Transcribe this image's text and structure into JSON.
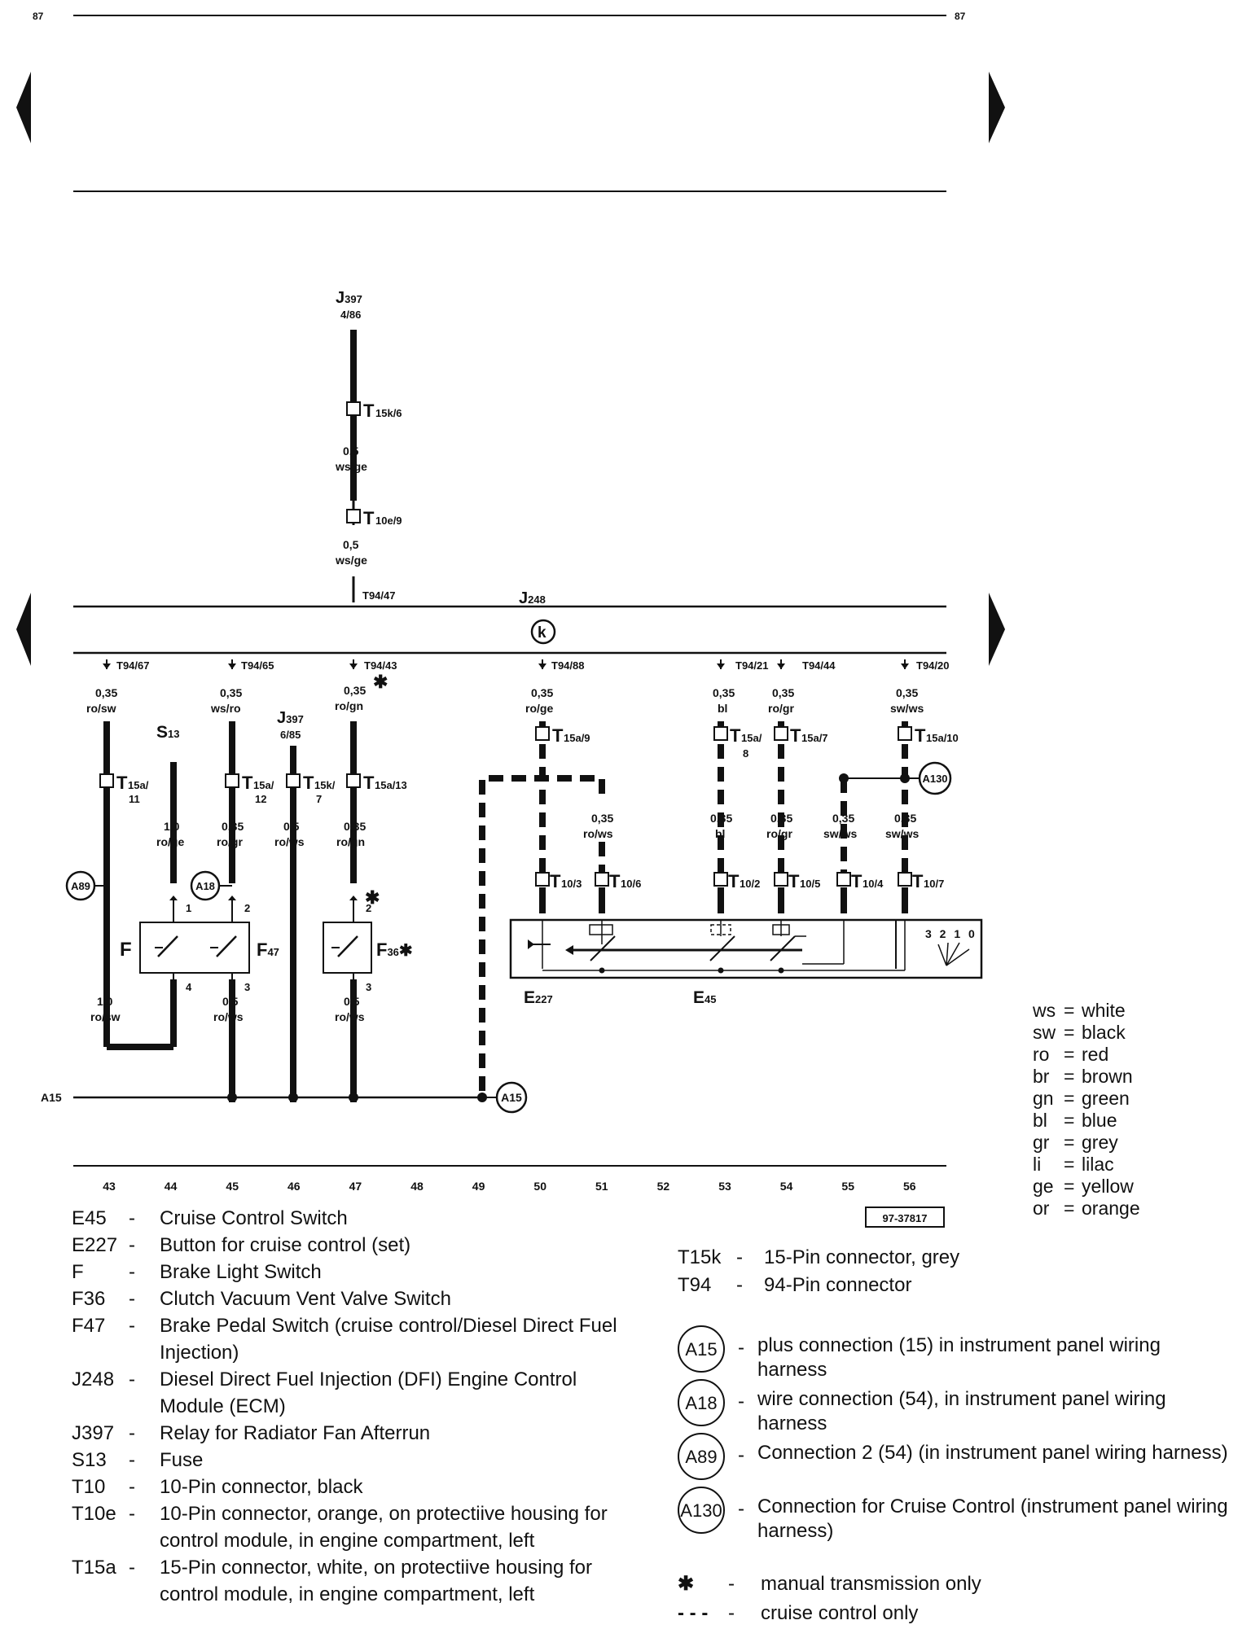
{
  "page": {
    "number": "87"
  },
  "diagram": {
    "code": "97-37817",
    "components": {
      "J397_top": {
        "main": "J",
        "sub": "397",
        "pin": "4/86"
      },
      "J248": {
        "main": "J",
        "sub": "248"
      },
      "J397_mid": {
        "main": "J",
        "sub": "397",
        "pin": "6/85"
      },
      "S13": {
        "main": "S",
        "sub": "13"
      },
      "F": "F",
      "F47": {
        "main": "F",
        "sub": "47"
      },
      "F36": {
        "main": "F",
        "sub": "36",
        "mark": "✱"
      },
      "E227": {
        "main": "E",
        "sub": "227"
      },
      "E45": {
        "main": "E",
        "sub": "45"
      },
      "k_symbol": "k",
      "switch_positions": "3 2 1 0",
      "A15_line": "A15",
      "star": "✱"
    },
    "connectors": {
      "T15k6": {
        "main": "T",
        "sub": "15k/6"
      },
      "T10e9": {
        "main": "T",
        "sub": "10e/9"
      },
      "T15a11": {
        "main": "T",
        "sub": "15a/",
        "sub2": "11"
      },
      "T15a12": {
        "main": "T",
        "sub": "15a/",
        "sub2": "12"
      },
      "T15k7": {
        "main": "T",
        "sub": "15k/",
        "sub2": "7"
      },
      "T15a13": {
        "main": "T",
        "sub": "15a/13"
      },
      "T15a9": {
        "main": "T",
        "sub": "15a/9"
      },
      "T15a8": {
        "main": "T",
        "sub": "15a/",
        "sub2": "8"
      },
      "T15a7": {
        "main": "T",
        "sub": "15a/7"
      },
      "T15a10": {
        "main": "T",
        "sub": "15a/10"
      },
      "T103": {
        "main": "T",
        "sub": "10/3"
      },
      "T106": {
        "main": "T",
        "sub": "10/6"
      },
      "T102": {
        "main": "T",
        "sub": "10/2"
      },
      "T105": {
        "main": "T",
        "sub": "10/5"
      },
      "T104": {
        "main": "T",
        "sub": "10/4"
      },
      "T107": {
        "main": "T",
        "sub": "10/7"
      }
    },
    "pins": {
      "T94_47": "T94/47",
      "T94_67": "T94/67",
      "T94_65": "T94/65",
      "T94_43": "T94/43",
      "T94_88": "T94/88",
      "T94_21": "T94/21",
      "T94_44": "T94/44",
      "T94_20": "T94/20",
      "p1": "1",
      "p2a": "2",
      "p2b": "2",
      "p3a": "3",
      "p3b": "3",
      "p4": "4"
    },
    "wires": {
      "w1": [
        "0,5",
        "ws/ge"
      ],
      "w2": [
        "0,5",
        "ws/ge"
      ],
      "w43a": [
        "0,35",
        "ro/sw"
      ],
      "w45a": [
        "0,35",
        "ws/ro"
      ],
      "w47a": [
        "0,35",
        "ro/gn"
      ],
      "w50a": [
        "0,35",
        "ro/ge"
      ],
      "w53a": [
        "0,35",
        "bl"
      ],
      "w54a": [
        "0,35",
        "ro/gr"
      ],
      "w56a": [
        "0,35",
        "sw/ws"
      ],
      "w44": [
        "1,0",
        "ro/ge"
      ],
      "w45b": [
        "0,35",
        "ro/gr"
      ],
      "w46": [
        "0,5",
        "ro/ws"
      ],
      "w47b": [
        "0,35",
        "ro/gn"
      ],
      "w51": [
        "0,35",
        "ro/ws"
      ],
      "w53b": [
        "0,35",
        "bl"
      ],
      "w54b": [
        "0,35",
        "ro/gr"
      ],
      "w55": [
        "0,35",
        "sw/ws"
      ],
      "w56b": [
        "0,35",
        "sw/ws"
      ],
      "w43b": [
        "1,0",
        "ro/sw"
      ],
      "w45c": [
        "0,5",
        "ro/ws"
      ],
      "w47c": [
        "0,5",
        "ro/ws"
      ]
    },
    "circle_connections": [
      "A89",
      "A18",
      "A15",
      "A130"
    ],
    "tracks": [
      "43",
      "44",
      "45",
      "46",
      "47",
      "48",
      "49",
      "50",
      "51",
      "52",
      "53",
      "54",
      "55",
      "56"
    ]
  },
  "color_codes": [
    {
      "abbr": "ws",
      "name": "white"
    },
    {
      "abbr": "sw",
      "name": "black"
    },
    {
      "abbr": "ro",
      "name": "red"
    },
    {
      "abbr": "br",
      "name": "brown"
    },
    {
      "abbr": "gn",
      "name": "green"
    },
    {
      "abbr": "bl",
      "name": "blue"
    },
    {
      "abbr": "gr",
      "name": "grey"
    },
    {
      "abbr": "li",
      "name": "lilac"
    },
    {
      "abbr": "ge",
      "name": "yellow"
    },
    {
      "abbr": "or",
      "name": "orange"
    }
  ],
  "legend_left": [
    {
      "code": "E45",
      "desc": "Cruise Control Switch"
    },
    {
      "code": "E227",
      "desc": "Button for cruise control (set)"
    },
    {
      "code": "F",
      "desc": "Brake Light Switch"
    },
    {
      "code": "F36",
      "desc": "Clutch Vacuum Vent Valve Switch"
    },
    {
      "code": "F47",
      "desc": "Brake Pedal Switch (cruise control/Diesel Direct Fuel Injection)"
    },
    {
      "code": "J248",
      "desc": "Diesel Direct Fuel Injection (DFI) Engine Control Module (ECM)"
    },
    {
      "code": "J397",
      "desc": "Relay for Radiator Fan Afterrun"
    },
    {
      "code": "S13",
      "desc": "Fuse"
    },
    {
      "code": "T10",
      "desc": "10-Pin connector, black"
    },
    {
      "code": "T10e",
      "desc": "10-Pin connector, orange, on protectiive housing for control module, in engine compartment, left"
    },
    {
      "code": "T15a",
      "desc": "15-Pin connector, white, on protectiive housing for control module, in engine compartment, left"
    }
  ],
  "legend_right": [
    {
      "code": "T15k",
      "desc": "15-Pin connector, grey"
    },
    {
      "code": "T94",
      "desc": "94-Pin connector"
    }
  ],
  "legend_circles": [
    {
      "code": "A15",
      "desc": "plus connection (15) in instrument panel wiring harness"
    },
    {
      "code": "A18",
      "desc": "wire connection (54), in instrument panel wiring harness"
    },
    {
      "code": "A89",
      "desc": "Connection 2 (54) (in instrument panel wiring harness)"
    },
    {
      "code": "A130",
      "desc": "Connection for Cruise Control (instrument panel wiring harness)"
    }
  ],
  "legend_notes": [
    {
      "symbol": "✱",
      "desc": "manual transmission only"
    },
    {
      "symbol": "- - -",
      "desc": "cruise control only"
    }
  ],
  "dash": "-"
}
